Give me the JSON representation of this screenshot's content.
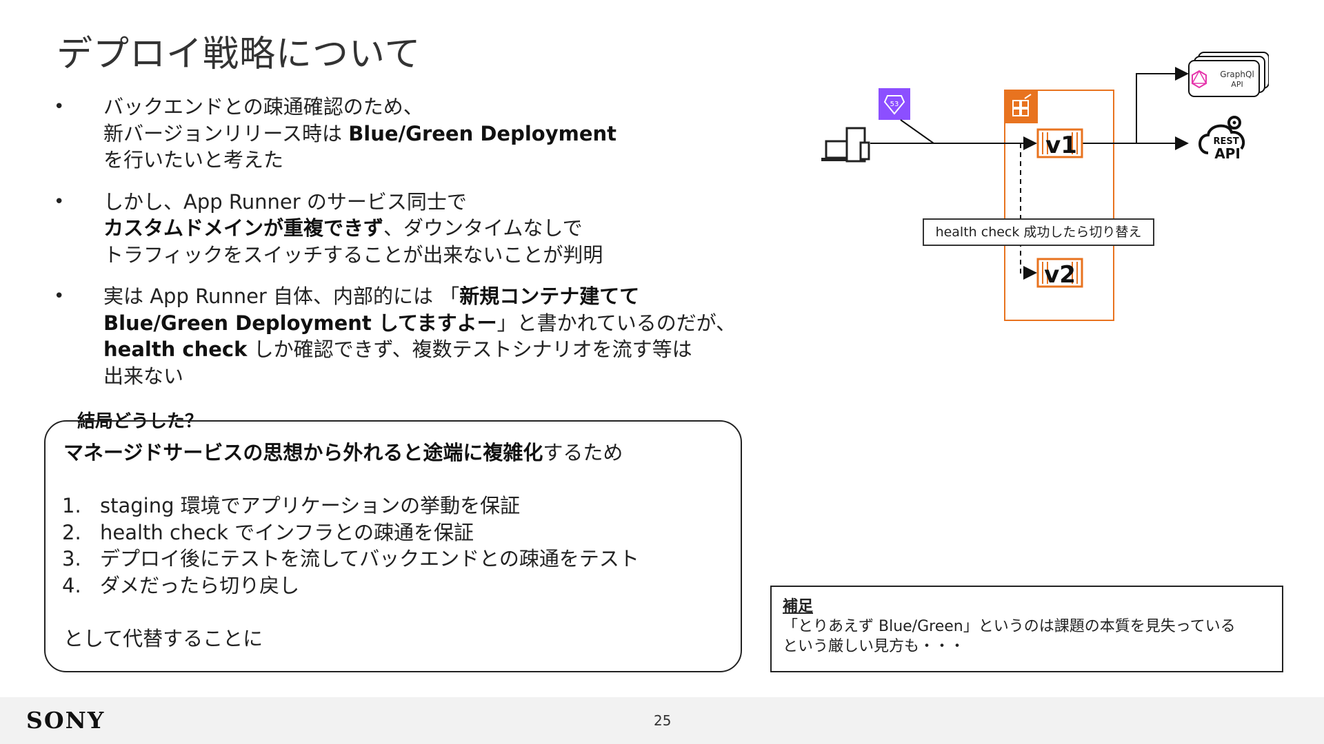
{
  "slide": {
    "title": "デプロイ戦略について",
    "page_number": "25",
    "logo_text": "SONY"
  },
  "bullets": [
    {
      "lines": [
        [
          {
            "t": "バックエンドとの疎通確認のため、",
            "b": false
          }
        ],
        [
          {
            "t": "新バージョンリリース時は ",
            "b": false
          },
          {
            "t": "Blue/Green Deployment",
            "b": true
          }
        ],
        [
          {
            "t": "を行いたいと考えた",
            "b": false
          }
        ]
      ]
    },
    {
      "lines": [
        [
          {
            "t": "しかし、App Runner のサービス同士で",
            "b": false
          }
        ],
        [
          {
            "t": "カスタムドメインが重複できず",
            "b": true
          },
          {
            "t": "、ダウンタイムなしで",
            "b": false
          }
        ],
        [
          {
            "t": "トラフィックをスイッチすることが出来ないことが判明",
            "b": false
          }
        ]
      ]
    },
    {
      "lines": [
        [
          {
            "t": "実は App Runner 自体、内部的には 「",
            "b": false
          },
          {
            "t": "新規コンテナ建てて",
            "b": true
          }
        ],
        [
          {
            "t": "Blue/Green Deployment してますよー",
            "b": true
          },
          {
            "t": "」と書かれているのだが、",
            "b": false
          }
        ],
        [
          {
            "t": "health check",
            "b": true
          },
          {
            "t": " しか確認できず、複数テストシナリオを流す等は",
            "b": false
          }
        ],
        [
          {
            "t": "出来ない",
            "b": false
          }
        ]
      ]
    }
  ],
  "conclusion": {
    "label": "結局どうした？",
    "heading_bold": "マネージドサービスの思想から外れると途端に複雑化",
    "heading_normal": "するため",
    "steps": [
      {
        "num": "1.",
        "text": "staging 環境でアプリケーションの挙動を保証"
      },
      {
        "num": "2.",
        "text": "health check でインフラとの疎通を保証"
      },
      {
        "num": "3.",
        "text": "デプロイ後にテストを流してバックエンドとの疎通をテスト"
      },
      {
        "num": "4.",
        "text": "ダメだったら切り戻し"
      }
    ],
    "footer": "として代替することに"
  },
  "note": {
    "title": "補足",
    "line1": "「とりあえず Blue/Green」というのは課題の本質を見失っている",
    "line2": "という厳しい見方も・・・"
  },
  "diagram": {
    "route53_label": "53",
    "v1_label": "v1",
    "v2_label": "v2",
    "health_check_label": "health check 成功したら切り替え",
    "graphql_label_1": "GraphQl",
    "graphql_label_2": "API",
    "rest_label_1": "REST",
    "rest_label_2": "API",
    "colors": {
      "route53": "#8c4fff",
      "apprunner_orange": "#e8731f",
      "arrow": "#111111"
    }
  }
}
